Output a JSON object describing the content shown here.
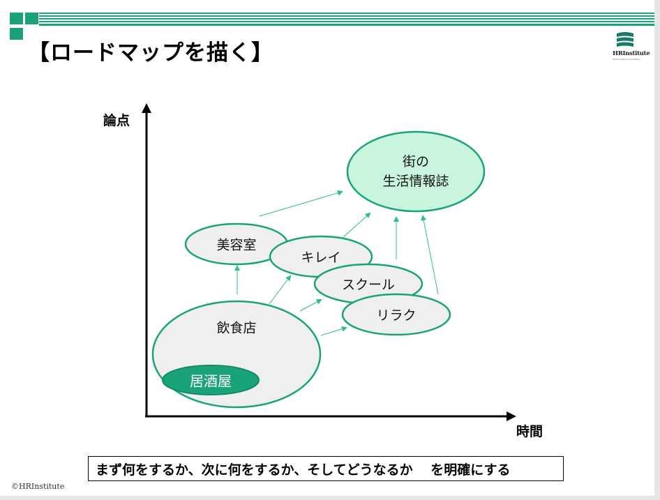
{
  "slide": {
    "title": "【ロードマップを描く】",
    "logo_text": "HRInstitute",
    "logo_subtext": "Human Resource Institute",
    "copyright": "©HRInstitute",
    "summary": "まず何をするか、次に何をするか、そしてどうなるか　 を明確にする"
  },
  "axes": {
    "y_label": "論点",
    "x_label": "時間"
  },
  "nodes": {
    "goal_line1": "街の",
    "goal_line2": "生活情報誌",
    "beauty_salon": "美容室",
    "kirei": "キレイ",
    "school": "スクール",
    "relax": "リラク",
    "restaurant": "飲食店",
    "izakaya": "居酒屋"
  },
  "colors": {
    "accent": "#1aa37b",
    "goal_fill": "#c9f5dc",
    "node_fill": "#efefef",
    "node_stroke": "#1aa37b",
    "izakaya_fill": "#1aa37b",
    "arrow": "#2bbf90"
  }
}
